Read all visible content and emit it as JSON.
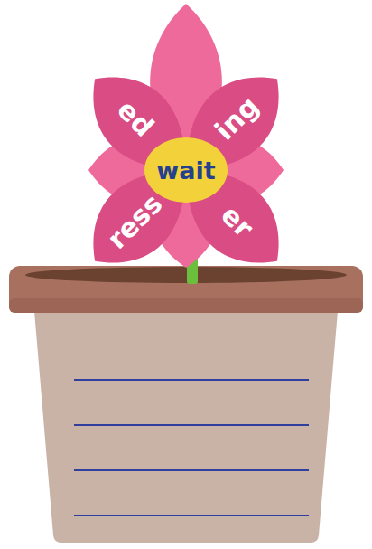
{
  "diagram": {
    "nodes": [
      {
        "text": [
          "ed"
        ]
      },
      {
        "text": [
          "ing"
        ]
      },
      {
        "text": [
          "wait"
        ]
      },
      {
        "text": [
          "ress"
        ]
      },
      {
        "text": [
          "er"
        ]
      }
    ]
  }
}
